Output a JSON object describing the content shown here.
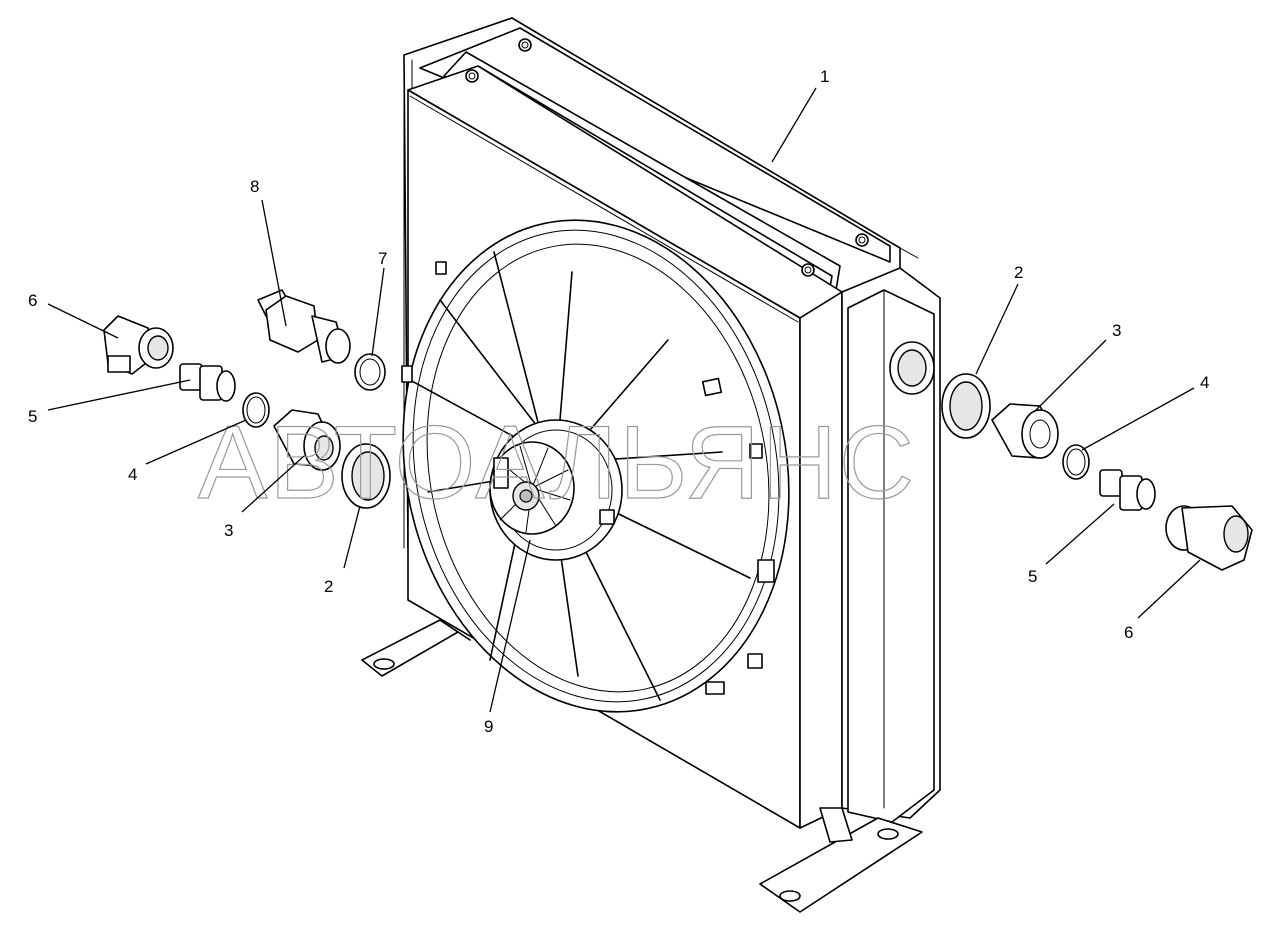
{
  "watermark": "АВТОАЛЬЯНС",
  "callouts": {
    "c1": "1",
    "c2_left": "2",
    "c2_right": "2",
    "c3_left": "3",
    "c3_right": "3",
    "c4_left": "4",
    "c4_right": "4",
    "c5_left": "5",
    "c5_right": "5",
    "c6_left": "6",
    "c6_right": "6",
    "c7": "7",
    "c8": "8",
    "c9": "9"
  }
}
